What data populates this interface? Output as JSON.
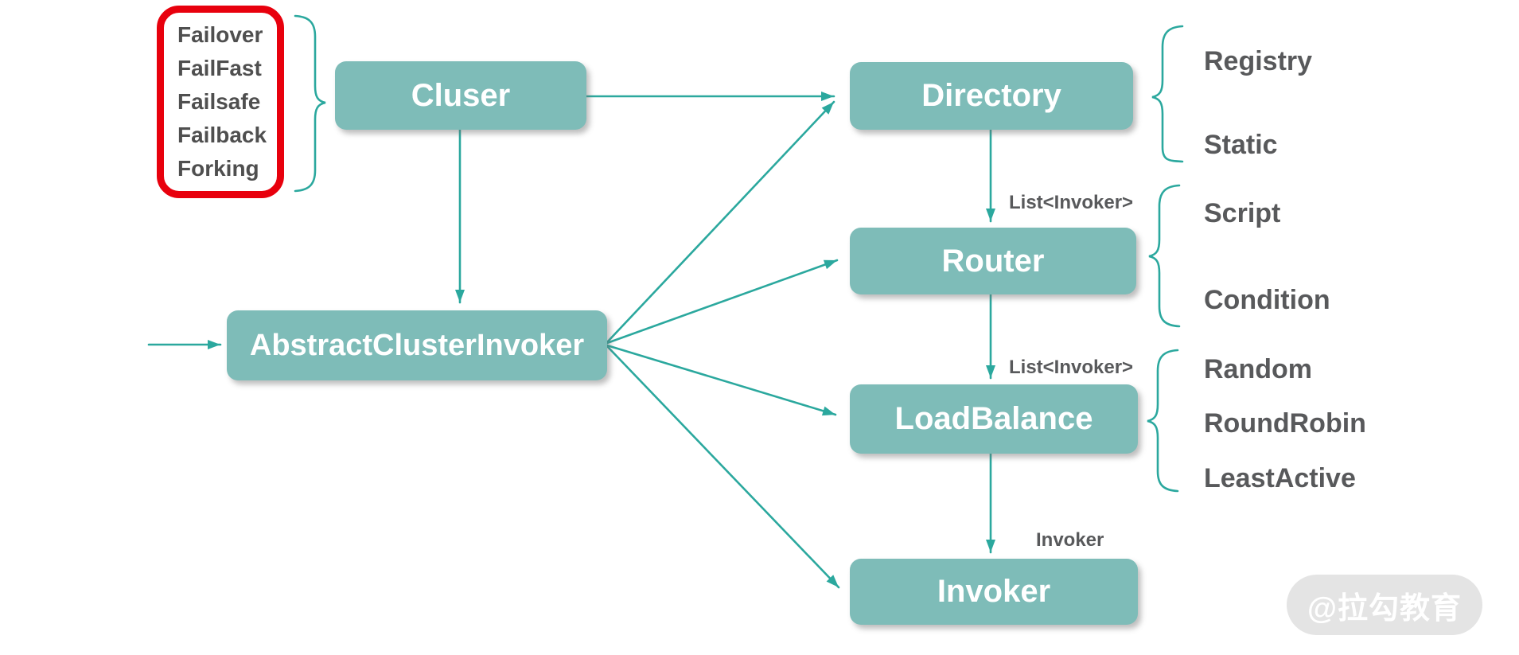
{
  "diagram": {
    "fault_strategies": {
      "items": [
        "Failover",
        "FailFast",
        "Failsafe",
        "Failback",
        "Forking"
      ]
    },
    "nodes": {
      "cluster": {
        "label": "Cluser"
      },
      "abstract_cluster_invoker": {
        "label": "AbstractClusterInvoker"
      },
      "directory": {
        "label": "Directory"
      },
      "router": {
        "label": "Router"
      },
      "load_balance": {
        "label": "LoadBalance"
      },
      "invoker": {
        "label": "Invoker"
      }
    },
    "edge_labels": {
      "directory_to_router": "List<Invoker>",
      "router_to_load_balance": "List<Invoker>",
      "load_balance_to_invoker": "Invoker"
    },
    "directory_impls": {
      "items": [
        "Registry",
        "Static"
      ]
    },
    "router_impls": {
      "items": [
        "Script",
        "Condition"
      ]
    },
    "load_balance_impls": {
      "items": [
        "Random",
        "RoundRobin",
        "LeastActive"
      ]
    },
    "watermark": "@拉勾教育",
    "colors": {
      "node_fill": "#7EBCB8",
      "connector": "#2BA89E",
      "highlight_border": "#E8000D",
      "label_text": "#58595B"
    }
  }
}
